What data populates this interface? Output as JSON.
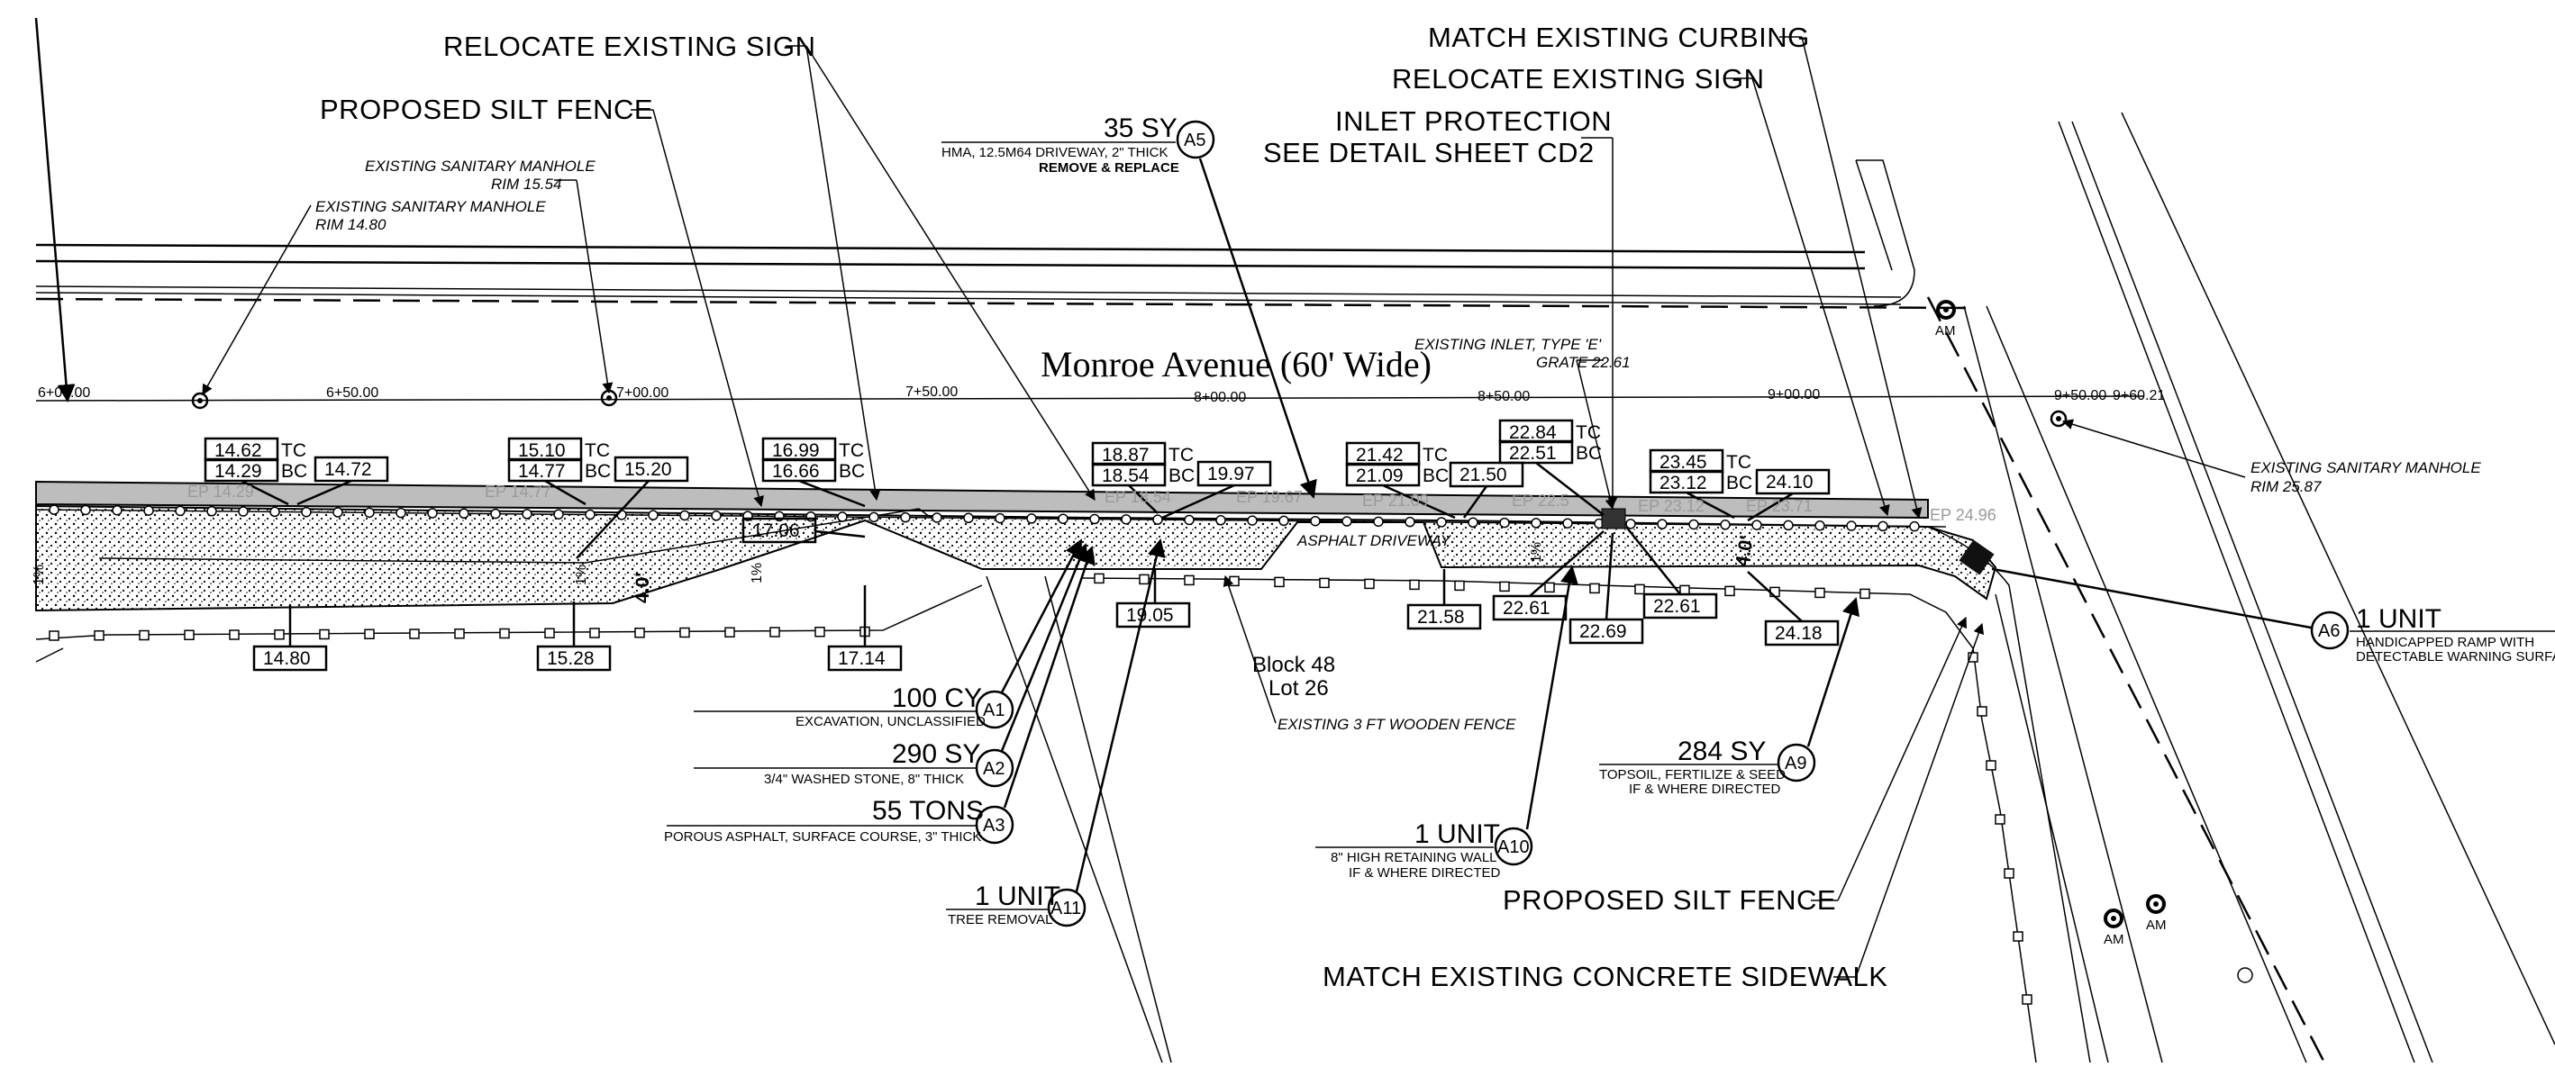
{
  "street_name": "Monroe Avenue (60' Wide)",
  "callouts": {
    "relocate_sign_1": "RELOCATE EXISTING SIGN",
    "silt_fence_1": "PROPOSED SILT FENCE",
    "match_curbing": "MATCH EXISTING CURBING",
    "relocate_sign_2": "RELOCATE EXISTING SIGN",
    "inlet_protection_1": "INLET PROTECTION",
    "inlet_protection_2": "SEE DETAIL SHEET CD2",
    "silt_fence_2": "PROPOSED SILT FENCE",
    "match_sidewalk": "MATCH EXISTING CONCRETE SIDEWALK"
  },
  "notes": {
    "manhole_a_1": "EXISTING SANITARY MANHOLE",
    "manhole_a_2": "RIM 15.54",
    "manhole_b_1": "EXISTING SANITARY MANHOLE",
    "manhole_b_2": "RIM 14.80",
    "manhole_c_1": "EXISTING SANITARY MANHOLE",
    "manhole_c_2": "RIM 25.87",
    "inlet_1": "EXISTING INLET, TYPE 'E'",
    "inlet_2": "GRATE 22.61",
    "fence": "EXISTING 3 FT WOODEN FENCE",
    "asphalt_driveway": "ASPHALT DRIVEWAY"
  },
  "block_lot": {
    "block": "Block 48",
    "lot": "Lot 26"
  },
  "stations": [
    "6+00.00",
    "6+50.00",
    "7+00.00",
    "7+50.00",
    "8+00.00",
    "8+50.00",
    "9+00.00",
    "9+50.00",
    "9+60.21"
  ],
  "quantities": [
    {
      "tag": "A5",
      "qty": "35 SY",
      "desc": "HMA, 12.5M64 DRIVEWAY, 2\" THICK",
      "desc2": "REMOVE & REPLACE"
    },
    {
      "tag": "A1",
      "qty": "100 CY",
      "desc": "EXCAVATION, UNCLASSIFIED",
      "desc2": ""
    },
    {
      "tag": "A2",
      "qty": "290 SY",
      "desc": "3/4\" WASHED STONE, 8\" THICK",
      "desc2": ""
    },
    {
      "tag": "A3",
      "qty": "55 TONS",
      "desc": "POROUS ASPHALT, SURFACE COURSE, 3\" THICK",
      "desc2": ""
    },
    {
      "tag": "A11",
      "qty": "1 UNIT",
      "desc": "TREE REMOVAL",
      "desc2": ""
    },
    {
      "tag": "A10",
      "qty": "1 UNIT",
      "desc": "8\" HIGH RETAINING WALL",
      "desc2": "IF & WHERE DIRECTED"
    },
    {
      "tag": "A9",
      "qty": "284 SY",
      "desc": "TOPSOIL, FERTILIZE & SEED",
      "desc2": "IF & WHERE DIRECTED"
    },
    {
      "tag": "A6",
      "qty": "1 UNIT",
      "desc": "HANDICAPPED RAMP WITH",
      "desc2": "DETECTABLE WARNING SURFACE"
    }
  ],
  "tc_bc_pairs": [
    {
      "tc": "14.62",
      "bc": "14.29",
      "extra": "14.72"
    },
    {
      "tc": "15.10",
      "bc": "14.77",
      "extra": "15.20"
    },
    {
      "tc": "16.99",
      "bc": "16.66",
      "extra": ""
    },
    {
      "tc": "18.87",
      "bc": "18.54",
      "extra": "19.97"
    },
    {
      "tc": "21.42",
      "bc": "21.09",
      "extra": "21.50"
    },
    {
      "tc": "22.84",
      "bc": "22.51",
      "extra": ""
    },
    {
      "tc": "23.45",
      "bc": "23.12",
      "extra": "24.10"
    }
  ],
  "tc_label": "TC",
  "bc_label": "BC",
  "spot_elevations": [
    "17.06",
    "14.80",
    "15.28",
    "17.14",
    "19.05",
    "21.58",
    "22.61",
    "22.69",
    "22.61",
    "24.18"
  ],
  "ep_labels": [
    "EP 14.29",
    "EP 14.77",
    "EP 18.54",
    "EP 19.67",
    "EP 21.09",
    "EP 22.5",
    "EP 23.12",
    "EP 23.71",
    "EP 24.96"
  ],
  "slopes": [
    "1%",
    "1%",
    "1%",
    "1%"
  ],
  "widths": [
    "4.0'",
    "4.0'"
  ],
  "manhole_tags": [
    "AM",
    "AM",
    "AM"
  ]
}
